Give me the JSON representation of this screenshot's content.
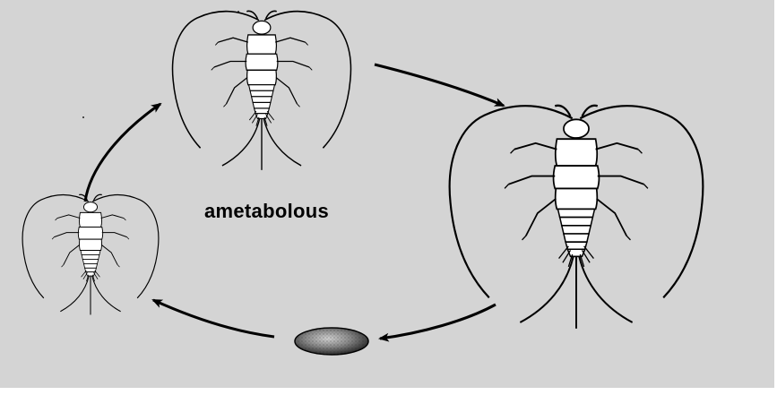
{
  "diagram": {
    "label": "ametabolous",
    "background_color": "#d4d4d4",
    "ink_color": "#000000",
    "stages": [
      {
        "name": "egg"
      },
      {
        "name": "young-nymph"
      },
      {
        "name": "older-nymph"
      },
      {
        "name": "adult"
      }
    ],
    "arrows": [
      {
        "from": "egg",
        "to": "young-nymph"
      },
      {
        "from": "young-nymph",
        "to": "older-nymph"
      },
      {
        "from": "older-nymph",
        "to": "adult"
      },
      {
        "from": "adult",
        "to": "egg"
      }
    ]
  }
}
